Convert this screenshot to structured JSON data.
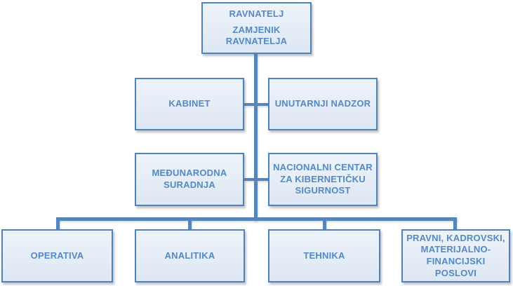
{
  "colors": {
    "line": "#5585bb",
    "box_border": "#4f81bd",
    "box_fill": "#dde7f3",
    "box_fill_top": "#eef3fa",
    "text": "#5489c8"
  },
  "org_chart": {
    "root": {
      "line1": "RAVNATELJ",
      "line2": "ZAMJENIK RAVNATELJA"
    },
    "level2": [
      {
        "label": "KABINET"
      },
      {
        "label": "UNUTARNJI NADZOR"
      }
    ],
    "level3": [
      {
        "label": "MEĐUNARODNA SURADNJA"
      },
      {
        "label": "NACIONALNI CENTAR ZA KIBERNETIČKU SIGURNOST"
      }
    ],
    "level4": [
      {
        "label": "OPERATIVA"
      },
      {
        "label": "ANALITIKA"
      },
      {
        "label": "TEHNIKA"
      },
      {
        "label": "PRAVNI, KADROVSKI, MATERIJALNO-FINANCIJSKI POSLOVI"
      }
    ]
  }
}
